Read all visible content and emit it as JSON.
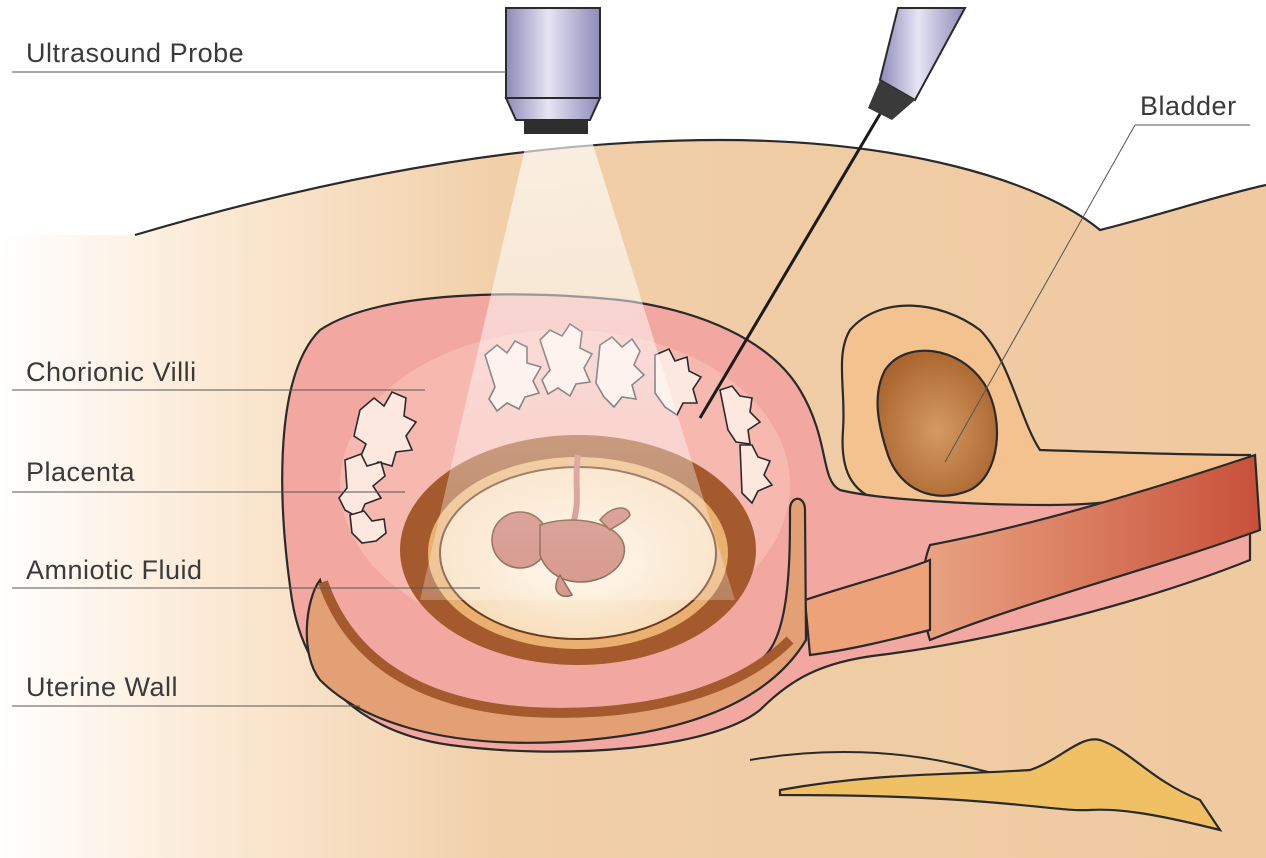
{
  "labels": {
    "ultrasound_probe": "Ultrasound Probe",
    "bladder": "Bladder",
    "chorionic_villi": "Chorionic Villi",
    "placenta": "Placenta",
    "amniotic_fluid": "Amniotic Fluid",
    "uterine_wall": "Uterine Wall"
  },
  "colors": {
    "skin_tan": "#efc9a0",
    "uterus_pink": "#f2a8a0",
    "placenta_brown": "#a45a2c",
    "amniotic_light": "#fbe3c4",
    "bladder_brown": "#b8743e",
    "probe_lavender": "#b8b4d8"
  }
}
